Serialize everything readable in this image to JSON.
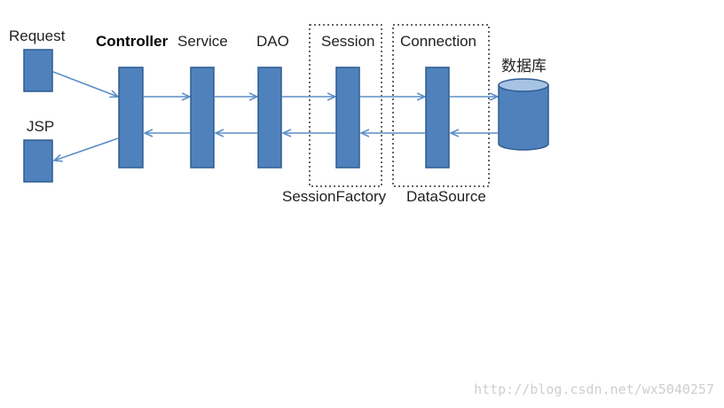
{
  "diagram": {
    "nodes": {
      "request": "Request",
      "jsp": "JSP",
      "controller": "Controller",
      "service": "Service",
      "dao": "DAO",
      "session": "Session",
      "connection": "Connection",
      "database": "数据库"
    },
    "groups": {
      "session_factory": "SessionFactory",
      "data_source": "DataSource"
    }
  },
  "watermark": "http://blog.csdn.net/wx5040257",
  "colors": {
    "box_fill": "#4f81bd",
    "box_stroke": "#2e5c8f",
    "arrow": "#5b8fc7"
  }
}
